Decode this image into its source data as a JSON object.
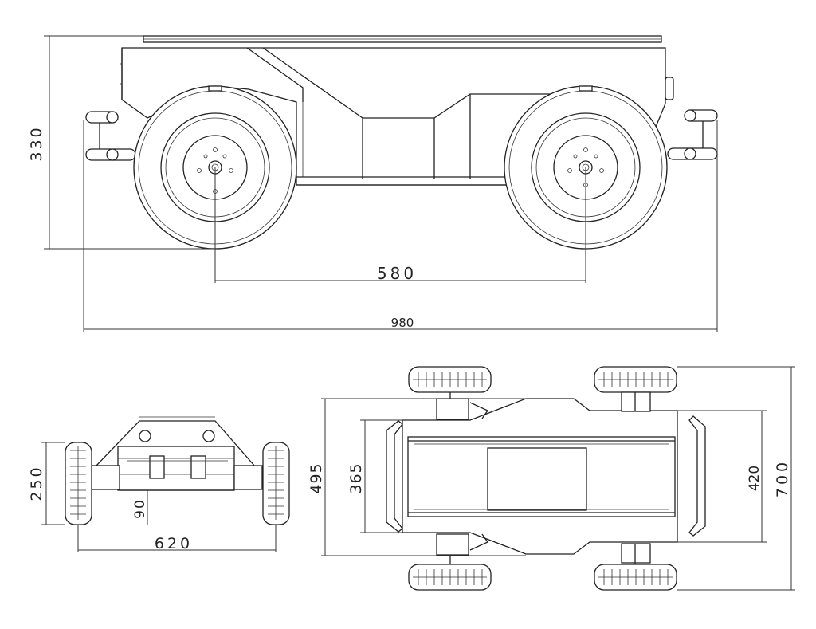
{
  "side_view": {
    "height_label": "330",
    "wheelbase_label": "580",
    "length_label": "980"
  },
  "front_view": {
    "height_label": "250",
    "clearance_label": "90",
    "width_label": "620"
  },
  "top_view": {
    "left_outer_label": "495",
    "left_inner_label": "365",
    "right_inner_label": "420",
    "right_outer_label": "700"
  }
}
